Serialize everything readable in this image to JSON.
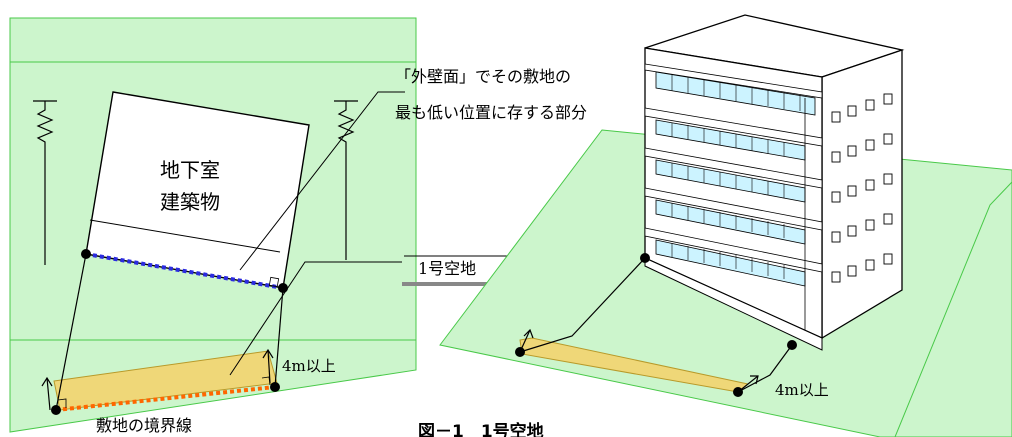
{
  "labels": {
    "underground": [
      "地下室",
      "建築物"
    ],
    "callout_outer_wall": [
      "「外壁面」でその敷地の",
      "最も低い位置に存する部分"
    ],
    "open_space": "1号空地",
    "min_width_left": "4m以上",
    "min_width_right": "4m以上",
    "boundary_line": "敷地の境界線",
    "caption": "図－1　1号空地"
  },
  "colors": {
    "slope_fill": "#ccf5cc",
    "slope_stroke": "#49c949",
    "open_space_fill": "#efd778",
    "open_space_stroke": "#b89a2a",
    "outer_wall_dash": "#2b2be0",
    "boundary_dash": "#ff6600",
    "window_fill": "#ccf3ff",
    "line": "#000000"
  }
}
